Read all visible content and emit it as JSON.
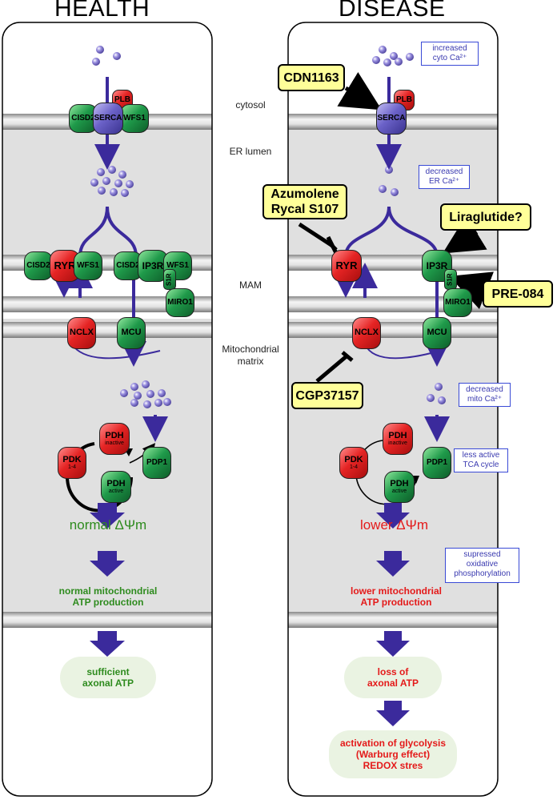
{
  "headers": {
    "health": "HEALTH",
    "disease": "DISEASE"
  },
  "compartments": {
    "cytosol": "cytosol",
    "er_lumen": "ER lumen",
    "mam": "MAM",
    "matrix_line1": "Mitochondrial",
    "matrix_line2": "matrix"
  },
  "proteins": {
    "plb": "PLB",
    "serca": "SERCA",
    "cisd2": "CISD2",
    "wfs1": "WFS1",
    "ryr": "RYR",
    "ip3r": "IP3R",
    "s1r": "S1R",
    "miro1": "MIRO1",
    "nclx": "NCLX",
    "mcu": "MCU",
    "pdh": "PDH",
    "inactive": "inactive",
    "active": "active",
    "pdk": "PDK",
    "pdk_sub": "1-4",
    "pdp1": "PDP1"
  },
  "notes": {
    "cyto_ca_line1": "increased",
    "cyto_ca_line2": "cyto Ca²⁺",
    "er_ca_line1": "decreased",
    "er_ca_line2": "ER Ca²⁺",
    "mito_ca_line1": "decreased",
    "mito_ca_line2": "mito Ca²⁺",
    "tca_line1": "less active",
    "tca_line2": "TCA cycle",
    "oxphos_line1": "supressed",
    "oxphos_line2": "oxidative",
    "oxphos_line3": "phosphorylation"
  },
  "drugs": {
    "cdn1163": "CDN1163",
    "azumolene_line1": "Azumolene",
    "azumolene_line2": "Rycal S107",
    "liraglutide": "Liraglutide?",
    "pre084": "PRE-084",
    "cgp": "CGP37157"
  },
  "health_outcomes": {
    "dpsi": "normal ΔΨm",
    "atp_line1": "normal mitochondrial",
    "atp_line2": "ATP production",
    "axon_line1": "sufficient",
    "axon_line2": "axonal ATP"
  },
  "disease_outcomes": {
    "dpsi": "lower ΔΨm",
    "atp_line1": "lower mitochondrial",
    "atp_line2": "ATP production",
    "axon_line1": "loss of",
    "axon_line2": "axonal ATP",
    "glyco_line1": "activation of glycolysis",
    "glyco_line2": "(Warburg effect)",
    "glyco_line3": "REDOX stres"
  },
  "colors": {
    "green_text": "#2e8b1e",
    "red_text": "#e41a1a",
    "arrow": "#3b2a9c",
    "protein_red": "#e52424",
    "protein_green": "#1f9a4a",
    "protein_purple": "#6b62c8",
    "lumen_gray": "#e0e0e0",
    "drug_fill": "#ffff99",
    "note_border": "#3a4ad6"
  }
}
